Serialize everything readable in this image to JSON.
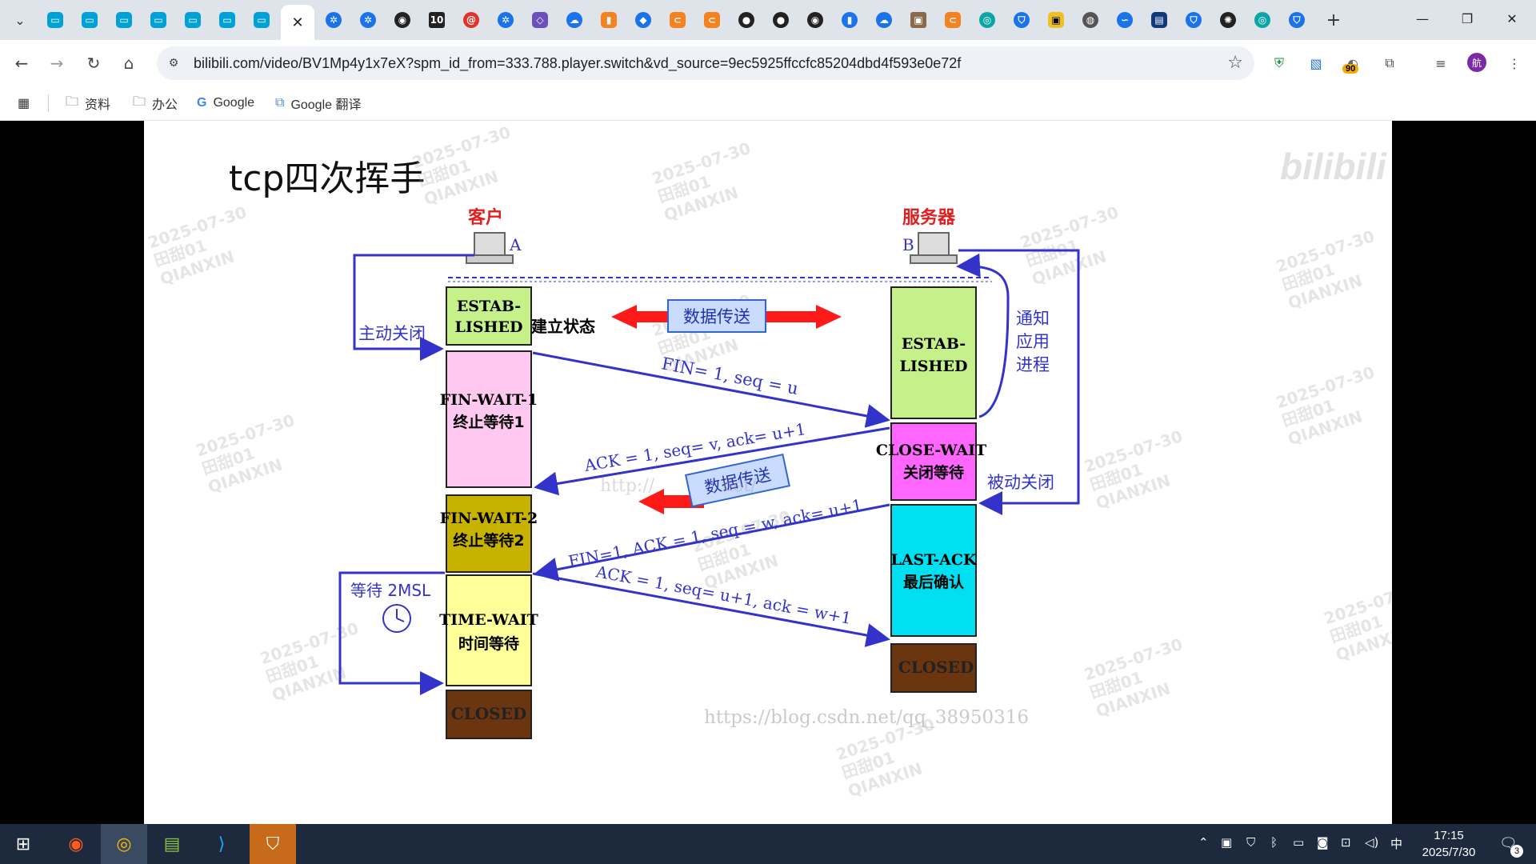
{
  "browser": {
    "tab_count_label": "",
    "address": {
      "url": "bilibili.com/video/BV1Mp4y1x7eX?spm_id_from=333.788.player.switch&vd_source=9ec5925ffccfc85204dbd4f593e0e72f"
    },
    "extension_badge": "90",
    "profile_initial": "航"
  },
  "bookmarks": [
    {
      "label": "资料"
    },
    {
      "label": "办公"
    },
    {
      "label": "Google"
    },
    {
      "label": "Google 翻译"
    }
  ],
  "slide": {
    "title": "tcp四次挥手",
    "client_label": "客户",
    "server_label": "服务器",
    "client_letter": "A",
    "server_letter": "B",
    "states": {
      "c_estab_1": "ESTAB-",
      "c_estab_2": "LISHED",
      "c_estab_note": "建立状态",
      "c_fw1_1": "FIN-WAIT-1",
      "c_fw1_2": "终止等待1",
      "c_fw2_1": "FIN-WAIT-2",
      "c_fw2_2": "终止等待2",
      "c_tw_1": "TIME-WAIT",
      "c_tw_2": "时间等待",
      "c_closed": "CLOSED",
      "s_estab_1": "ESTAB-",
      "s_estab_2": "LISHED",
      "s_cw_1": "CLOSE-WAIT",
      "s_cw_2": "关闭等待",
      "s_la_1": "LAST-ACK",
      "s_la_2": "最后确认",
      "s_closed": "CLOSED"
    },
    "labels": {
      "active_close": "主动关闭",
      "passive_close": "被动关闭",
      "notify_1": "通知",
      "notify_2": "应用",
      "notify_3": "进程",
      "data_transfer": "数据传送",
      "wait_2msl": "等待 2MSL"
    },
    "messages": {
      "m1": "FIN= 1, seq = u",
      "m2": "ACK = 1, seq= v, ack= u+1",
      "m3": "FIN=1, ACK = 1, seq = w, ack= u+1",
      "m4": "ACK = 1, seq= u+1, ack = w+1"
    },
    "source_watermark": "https://blog.csdn.net/qq_38950316",
    "faint_watermark": "http://            net/",
    "watermark_lines": [
      "2025-07-30",
      "田甜01",
      "QIANXIN"
    ],
    "brand_watermark": "bilibili"
  },
  "taskbar": {
    "time": "17:15",
    "date": "2025/7/30",
    "ime": "中",
    "notification_count": "3"
  },
  "colors": {
    "estab": "#c6f08a",
    "fin_wait_1": "#ffc8f0",
    "fin_wait_2": "#c8b200",
    "time_wait": "#ffff9a",
    "closed": "#6b3510",
    "close_wait": "#ff66ff",
    "last_ack": "#00e0f0",
    "arrow": "#3333cc",
    "data_arrow": "#ff1a1a"
  }
}
